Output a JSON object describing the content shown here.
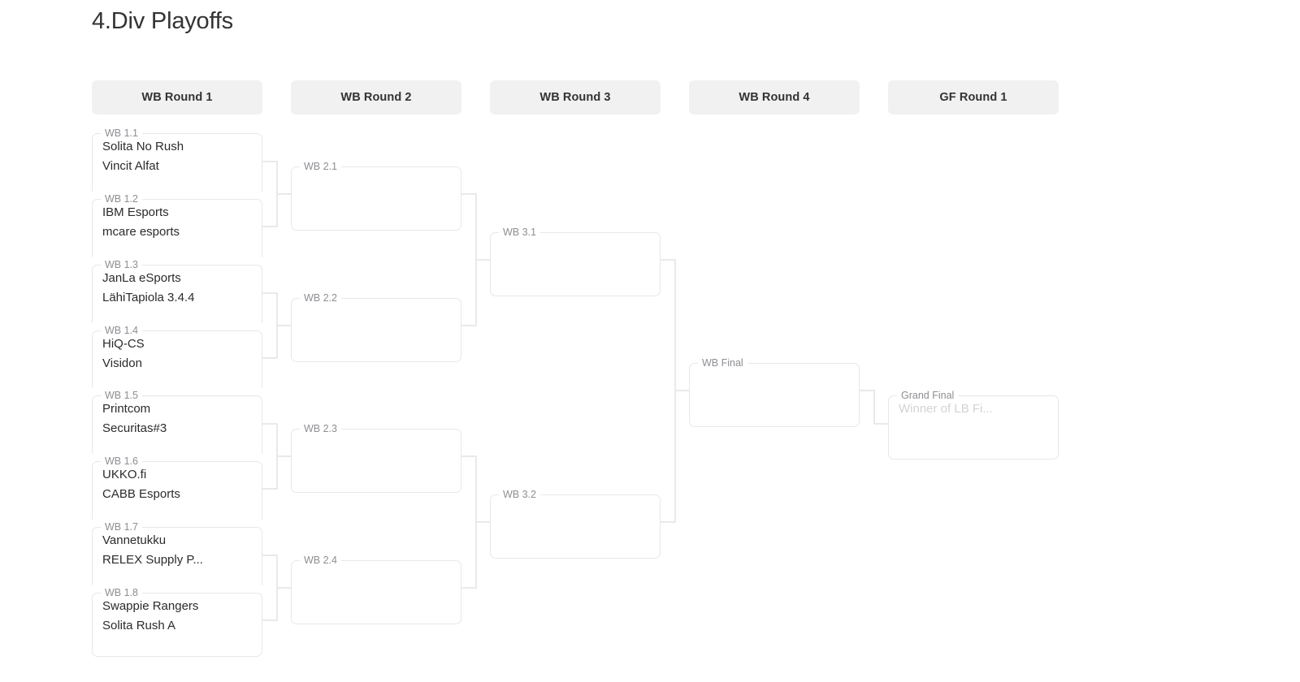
{
  "page": {
    "title": "4.Div Playoffs",
    "background": "#ffffff",
    "line_color": "#e9e9e9",
    "header_bg": "#f1f1f1",
    "legend_color": "#8e8e93",
    "team_color": "#2b2b2b",
    "placeholder_color": "#d3d3d6"
  },
  "rounds": [
    {
      "label": "WB Round 1"
    },
    {
      "label": "WB Round 2"
    },
    {
      "label": "WB Round 3"
    },
    {
      "label": "WB Round 4"
    },
    {
      "label": "GF Round 1"
    }
  ],
  "matches": {
    "wb1_1": {
      "label": "WB 1.1",
      "team1": "Solita No Rush",
      "team2": "Vincit Alfat"
    },
    "wb1_2": {
      "label": "WB 1.2",
      "team1": "IBM Esports",
      "team2": "mcare esports"
    },
    "wb1_3": {
      "label": "WB 1.3",
      "team1": "JanLa eSports",
      "team2": "LähiTapiola 3.4.4"
    },
    "wb1_4": {
      "label": "WB 1.4",
      "team1": "HiQ-CS",
      "team2": "Visidon"
    },
    "wb1_5": {
      "label": "WB 1.5",
      "team1": "Printcom",
      "team2": "Securitas#3"
    },
    "wb1_6": {
      "label": "WB 1.6",
      "team1": "UKKO.fi",
      "team2": "CABB Esports"
    },
    "wb1_7": {
      "label": "WB 1.7",
      "team1": "Vannetukku",
      "team2": "RELEX Supply P..."
    },
    "wb1_8": {
      "label": "WB 1.8",
      "team1": "Swappie Rangers",
      "team2": "Solita Rush A"
    },
    "wb2_1": {
      "label": "WB 2.1",
      "team1": "",
      "team2": ""
    },
    "wb2_2": {
      "label": "WB 2.2",
      "team1": "",
      "team2": ""
    },
    "wb2_3": {
      "label": "WB 2.3",
      "team1": "",
      "team2": ""
    },
    "wb2_4": {
      "label": "WB 2.4",
      "team1": "",
      "team2": ""
    },
    "wb3_1": {
      "label": "WB 3.1",
      "team1": "",
      "team2": ""
    },
    "wb3_2": {
      "label": "WB 3.2",
      "team1": "",
      "team2": ""
    },
    "wb_final": {
      "label": "WB Final",
      "team1": "",
      "team2": ""
    },
    "grand_final": {
      "label": "Grand Final",
      "team1": "Winner of LB Fi...",
      "team2": ""
    }
  }
}
